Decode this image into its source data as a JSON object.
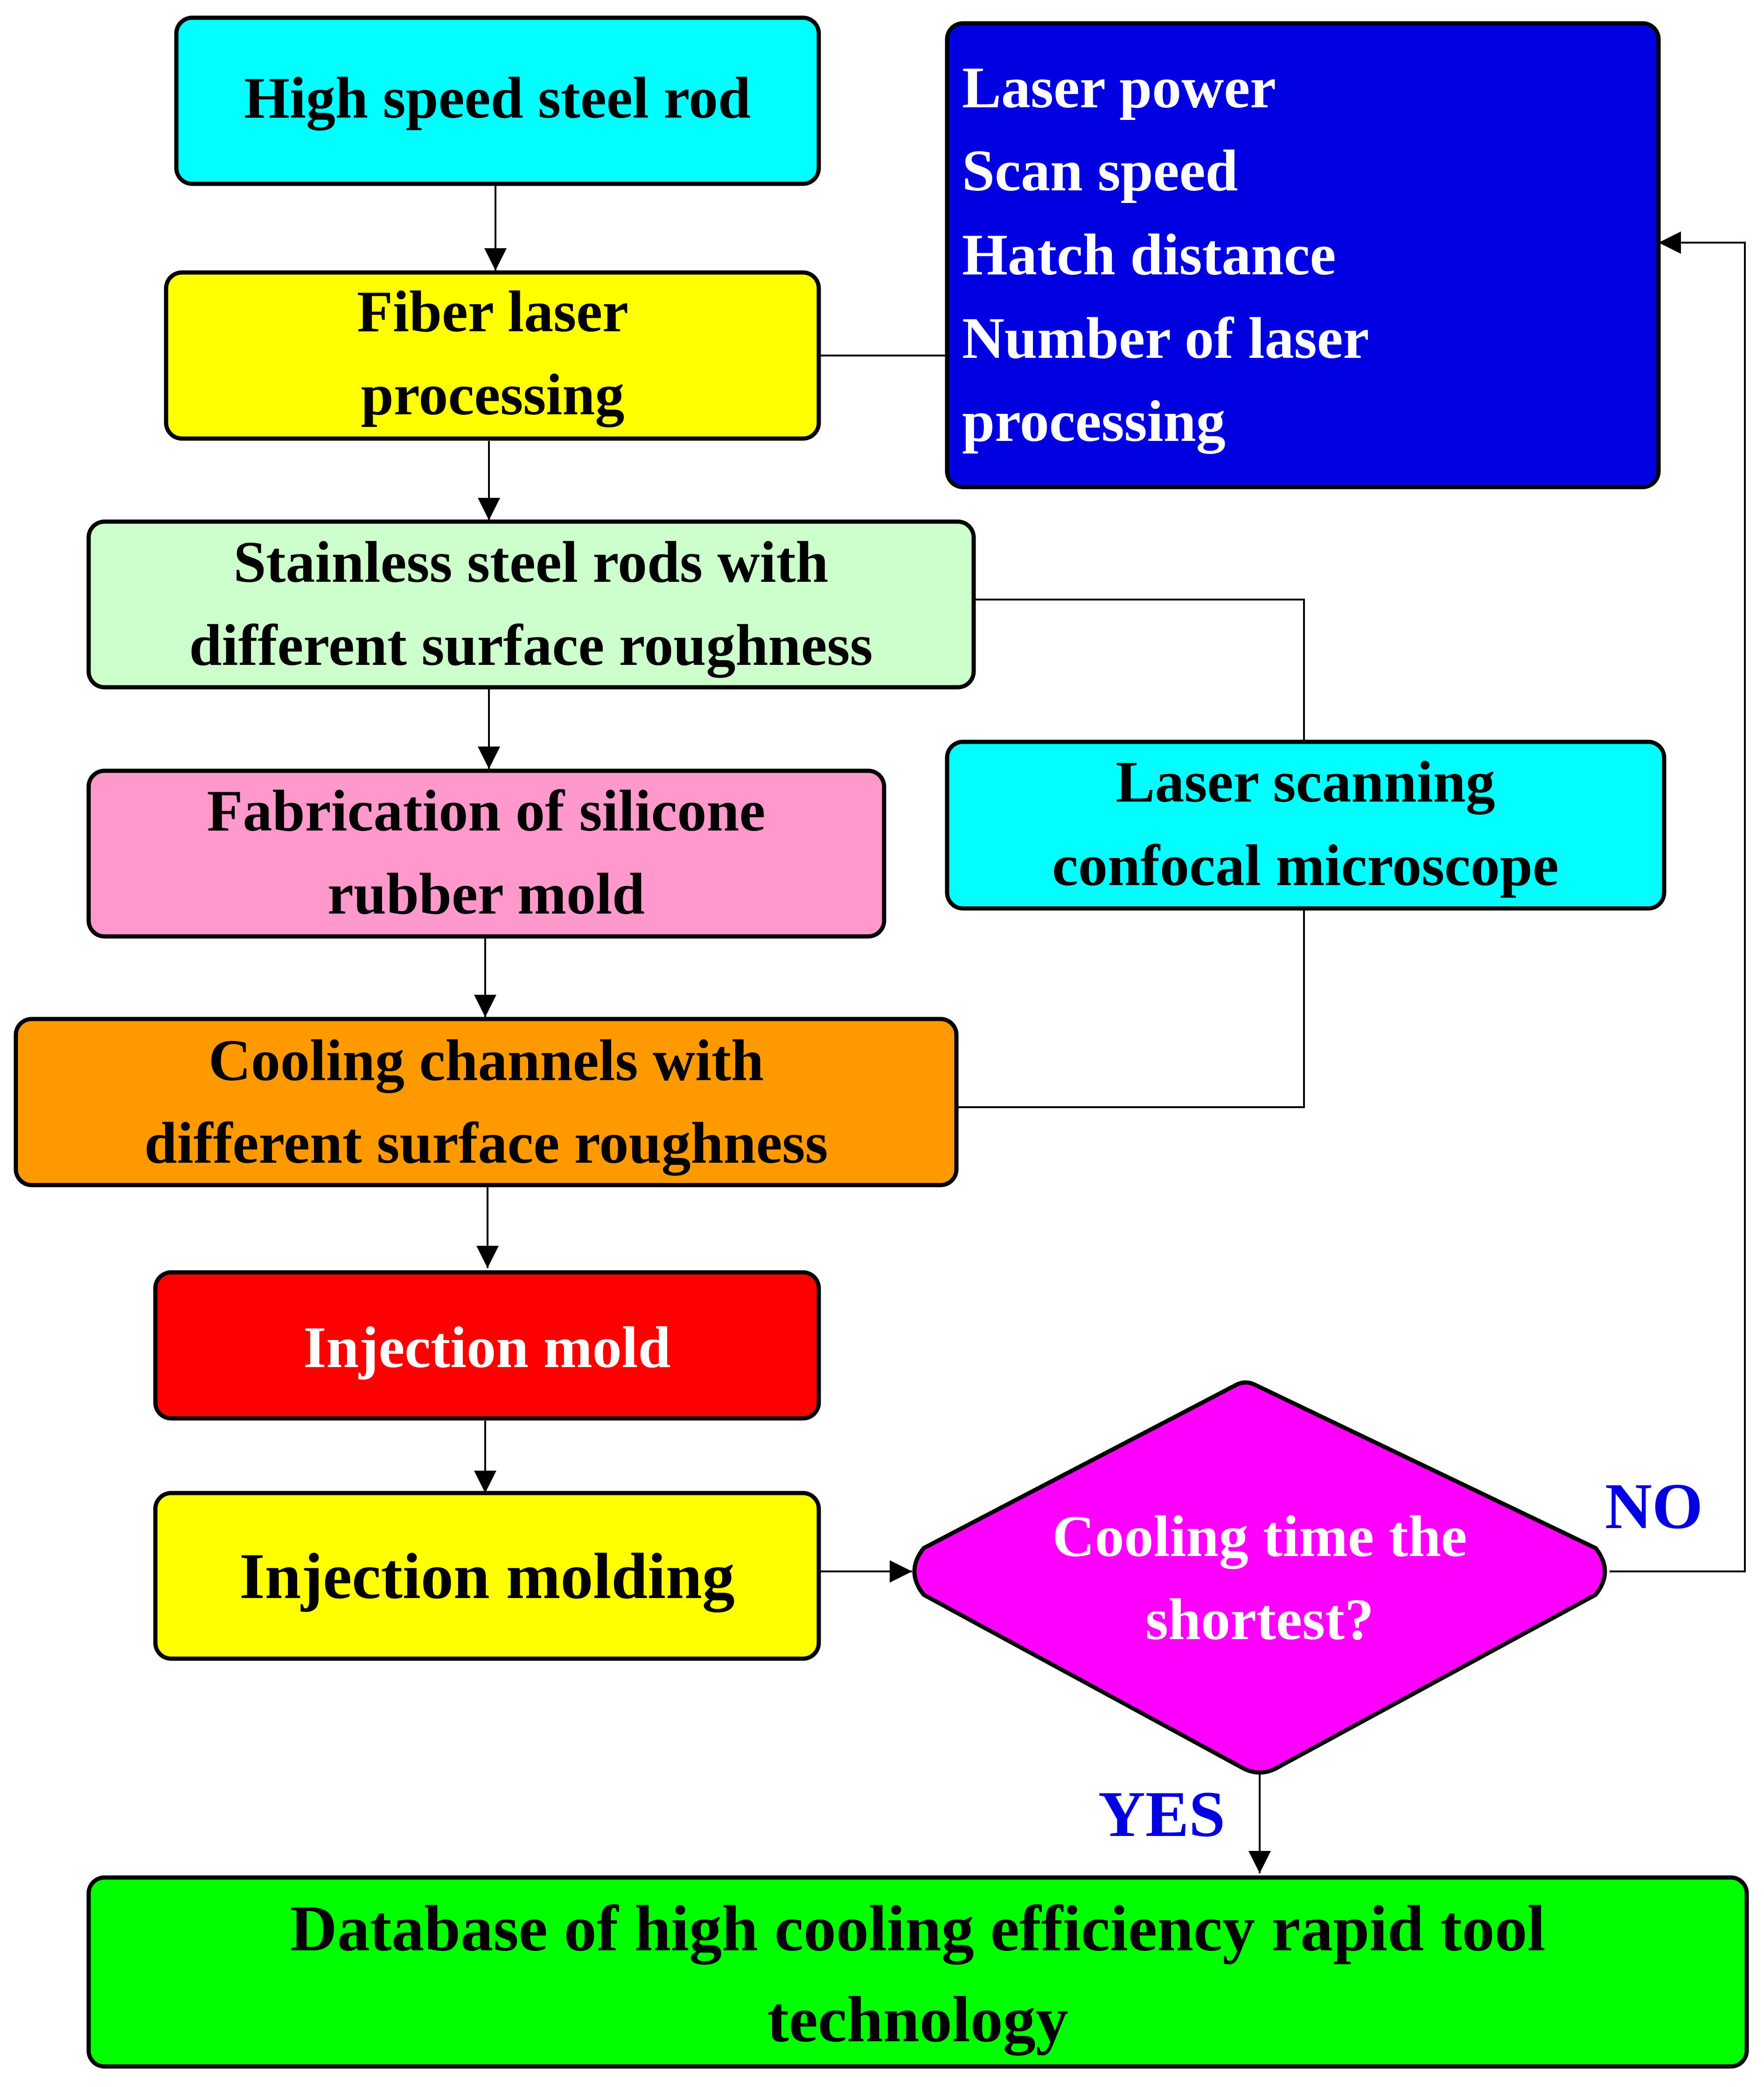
{
  "nodes": {
    "hss_rod": {
      "lines": [
        "High speed steel rod"
      ],
      "fill": "#00FFFF",
      "text_color": "#000000"
    },
    "fiber_laser": {
      "lines": [
        "Fiber laser",
        "processing"
      ],
      "fill": "#FFFF00",
      "text_color": "#000000"
    },
    "params": {
      "lines": [
        "Laser power",
        "Scan speed",
        "Hatch distance",
        "Number of laser",
        "processing"
      ],
      "fill": "#0000E0",
      "text_color": "#FFFFFF"
    },
    "stainless_rods": {
      "lines": [
        "Stainless steel rods with",
        "different surface roughness"
      ],
      "fill": "#CCFFCC",
      "text_color": "#000000"
    },
    "microscope": {
      "lines": [
        "Laser scanning",
        "confocal microscope"
      ],
      "fill": "#00FFFF",
      "text_color": "#000000"
    },
    "silicone_mold": {
      "lines": [
        "Fabrication of silicone",
        "rubber mold"
      ],
      "fill": "#FF99CC",
      "text_color": "#000000"
    },
    "cooling_channels": {
      "lines": [
        "Cooling channels with",
        "different surface roughness"
      ],
      "fill": "#FF9900",
      "text_color": "#000000"
    },
    "injection_mold": {
      "lines": [
        "Injection mold"
      ],
      "fill": "#FF0000",
      "text_color": "#FFFFFF"
    },
    "injection_molding": {
      "lines": [
        "Injection molding"
      ],
      "fill": "#FFFF00",
      "text_color": "#000000"
    },
    "decision": {
      "lines": [
        "Cooling time the",
        "shortest?"
      ],
      "fill": "#FF00FF",
      "text_color": "#FFFFFF"
    },
    "database": {
      "lines": [
        "Database of high cooling efficiency rapid tool",
        "technology"
      ],
      "fill": "#00FF00",
      "text_color": "#000000"
    }
  },
  "labels": {
    "no": "NO",
    "yes": "YES",
    "label_color": "#0000E0"
  },
  "edges": [
    {
      "from": "hss_rod",
      "to": "fiber_laser",
      "arrow": true
    },
    {
      "from": "fiber_laser",
      "to": "stainless_rods",
      "arrow": true
    },
    {
      "from": "stainless_rods",
      "to": "silicone_mold",
      "arrow": true
    },
    {
      "from": "silicone_mold",
      "to": "cooling_channels",
      "arrow": true
    },
    {
      "from": "cooling_channels",
      "to": "injection_mold",
      "arrow": true
    },
    {
      "from": "injection_mold",
      "to": "injection_molding",
      "arrow": true
    },
    {
      "from": "injection_molding",
      "to": "decision",
      "arrow": true
    },
    {
      "from": "decision",
      "to": "database",
      "arrow": true,
      "label": "yes"
    },
    {
      "from": "decision",
      "to": "params",
      "arrow": true,
      "label": "no"
    },
    {
      "from": "params",
      "to": "fiber_laser",
      "arrow": false
    },
    {
      "from": "microscope",
      "to": "stainless_rods",
      "arrow": false
    },
    {
      "from": "microscope",
      "to": "cooling_channels",
      "arrow": false
    }
  ]
}
